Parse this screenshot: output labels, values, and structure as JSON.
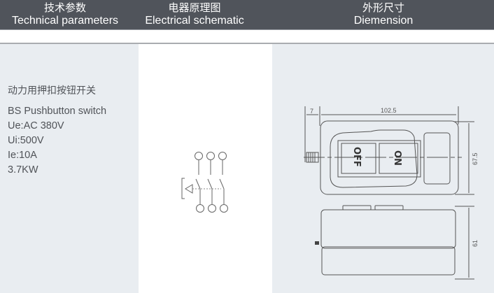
{
  "header": {
    "columns": [
      {
        "cn": "技术参数",
        "en": "Technical parameters"
      },
      {
        "cn": "电器原理图",
        "en": "Electrical schematic"
      },
      {
        "cn": "外形尺寸",
        "en": "Diemension"
      }
    ]
  },
  "parameters": {
    "title": "动力用押扣按钮开关",
    "lines": [
      "BS Pushbutton switch",
      "Ue:AC 380V",
      "Ui:500V",
      "Ie:10A",
      "3.7KW"
    ]
  },
  "dimension": {
    "width_label": "102.5",
    "offset_label": "7",
    "height_label": "67.5",
    "depth_label": "61",
    "button_off": "OFF",
    "button_on": "ON"
  },
  "colors": {
    "header_bg": "#50545b",
    "panel_bg": "#e9edf1",
    "text": "#505358",
    "line": "#555555"
  }
}
